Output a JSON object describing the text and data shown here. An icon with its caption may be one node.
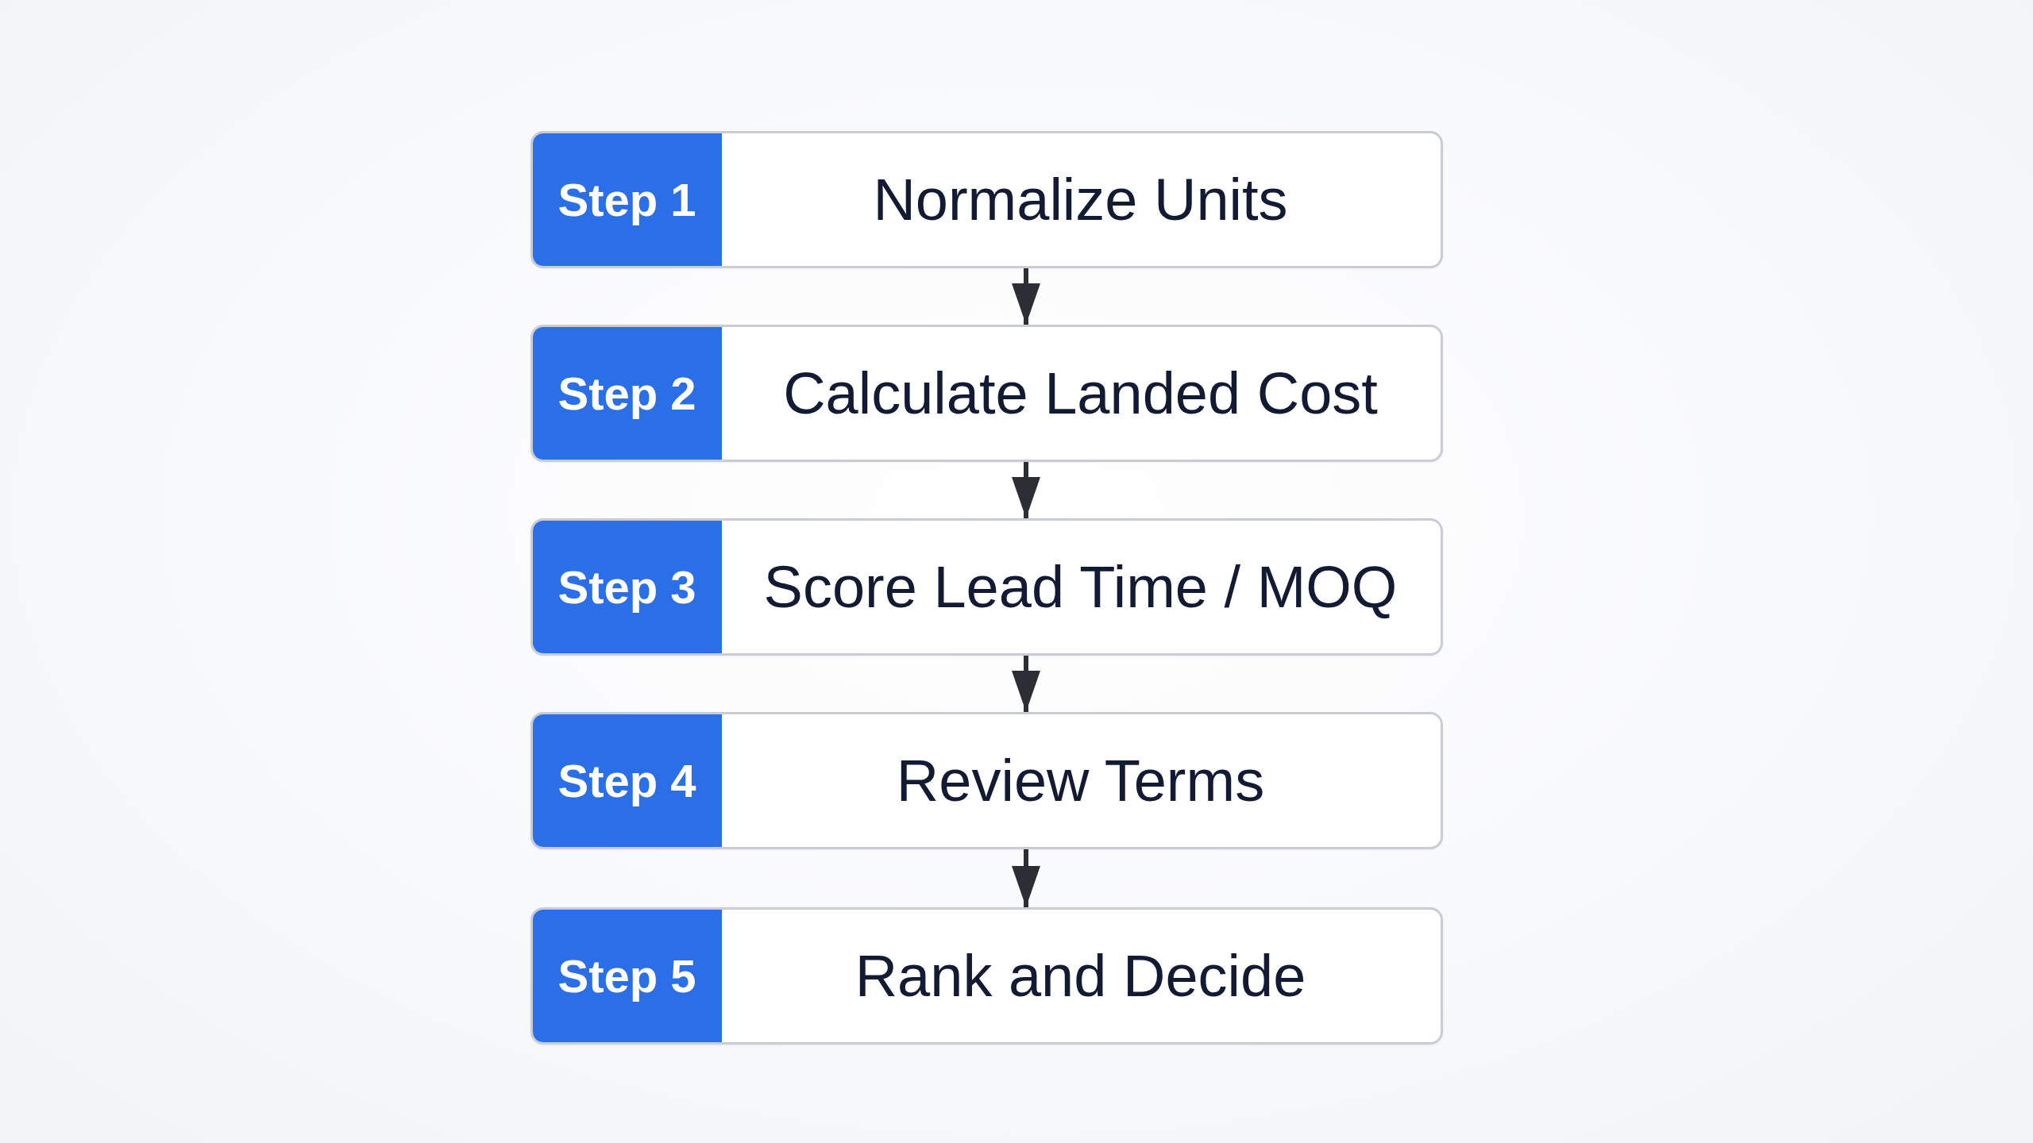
{
  "diagram": {
    "nodes": [
      {
        "text": [
          "Step 1",
          "Normalize Units"
        ]
      },
      {
        "text": [
          "Step 2",
          "Calculate Landed Cost"
        ]
      },
      {
        "text": [
          "Step 3",
          "Score Lead Time / MOQ"
        ]
      },
      {
        "text": [
          "Step 4",
          "Review Terms"
        ]
      },
      {
        "text": [
          "Step 5",
          "Rank and Decide"
        ]
      }
    ],
    "edges": [
      {
        "from": 0,
        "to": 1,
        "arrow": "to"
      },
      {
        "from": 1,
        "to": 2,
        "arrow": "to"
      },
      {
        "from": 2,
        "to": 3,
        "arrow": "to"
      },
      {
        "from": 3,
        "to": 4,
        "arrow": "to"
      }
    ]
  }
}
